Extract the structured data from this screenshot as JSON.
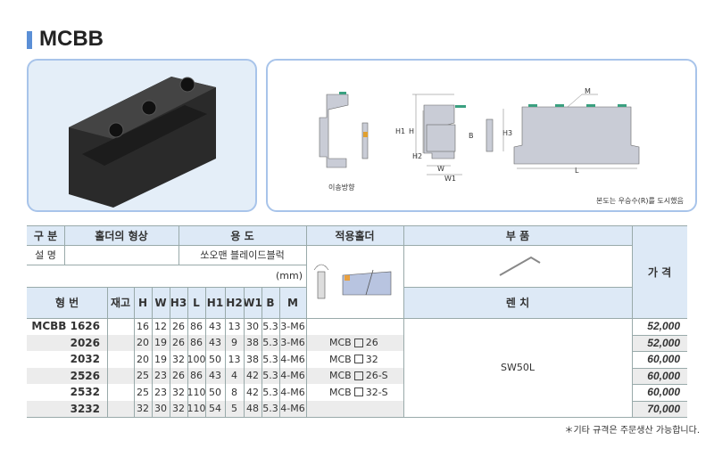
{
  "title": "MCBB",
  "diagram": {
    "caption_left": "이송방향",
    "note": "본도는 우승수(R)를 도시했음",
    "dim_labels": {
      "H1": "H1",
      "H": "H",
      "H2": "H2",
      "W": "W",
      "W1": "W1",
      "B": "B",
      "H3": "H3",
      "L": "L",
      "M": "M"
    }
  },
  "table": {
    "category_label": "구 분",
    "holder_shape_label": "홀더의 형상",
    "usage_label": "용 도",
    "applicable_holder_label": "적용홀더",
    "parts_label": "부 품",
    "description_label": "설 명",
    "usage_value": "쏘오맨 블레이드블럭",
    "unit": "(mm)",
    "wrench_label": "렌 치",
    "price_label": "가 격",
    "columns": [
      "형 번",
      "재고",
      "H",
      "W",
      "H3",
      "L",
      "H1",
      "H2",
      "W1",
      "B",
      "M"
    ],
    "wrench_value": "SW50L",
    "rows": [
      {
        "model": "MCBB  1626",
        "stock": "",
        "H": "16",
        "W": "12",
        "H3": "26",
        "L": "86",
        "H1": "43",
        "H2": "13",
        "W1": "30",
        "B": "5.3",
        "M": "3-M6",
        "holder_prefix": "",
        "holder_suffix": "",
        "price": "52,000"
      },
      {
        "model": "2026",
        "stock": "",
        "H": "20",
        "W": "19",
        "H3": "26",
        "L": "86",
        "H1": "43",
        "H2": "9",
        "W1": "38",
        "B": "5.3",
        "M": "3-M6",
        "holder_prefix": "MCB",
        "holder_suffix": "26",
        "price": "52,000"
      },
      {
        "model": "2032",
        "stock": "",
        "H": "20",
        "W": "19",
        "H3": "32",
        "L": "100",
        "H1": "50",
        "H2": "13",
        "W1": "38",
        "B": "5.3",
        "M": "4-M6",
        "holder_prefix": "MCB",
        "holder_suffix": "32",
        "price": "60,000"
      },
      {
        "model": "2526",
        "stock": "",
        "H": "25",
        "W": "23",
        "H3": "26",
        "L": "86",
        "H1": "43",
        "H2": "4",
        "W1": "42",
        "B": "5.3",
        "M": "4-M6",
        "holder_prefix": "MCB",
        "holder_suffix": "26-S",
        "price": "60,000"
      },
      {
        "model": "2532",
        "stock": "",
        "H": "25",
        "W": "23",
        "H3": "32",
        "L": "110",
        "H1": "50",
        "H2": "8",
        "W1": "42",
        "B": "5.3",
        "M": "4-M6",
        "holder_prefix": "MCB",
        "holder_suffix": "32-S",
        "price": "60,000"
      },
      {
        "model": "3232",
        "stock": "",
        "H": "32",
        "W": "30",
        "H3": "32",
        "L": "110",
        "H1": "54",
        "H2": "5",
        "W1": "48",
        "B": "5.3",
        "M": "4-M6",
        "holder_prefix": "",
        "holder_suffix": "",
        "price": "70,000"
      }
    ]
  },
  "footnote": "＊기타 규격은 주문생산 가능합니다."
}
